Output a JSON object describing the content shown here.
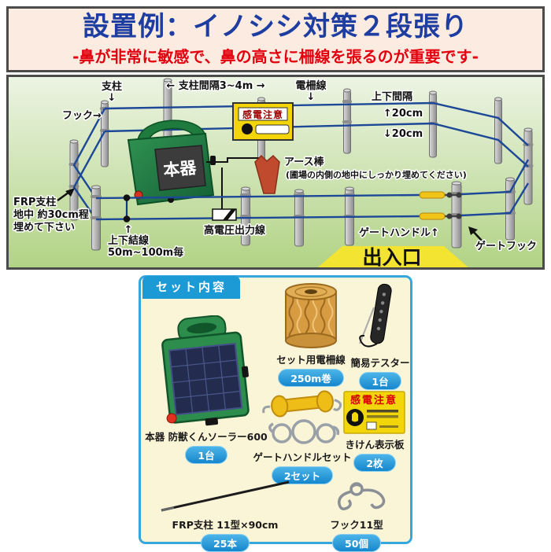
{
  "header": {
    "title": "設置例：イノシシ対策２段張り",
    "subtitle": "-鼻が非常に敏感で、鼻の高さに柵線を張るのが重要です-"
  },
  "diagram": {
    "labels": {
      "post": "支柱",
      "post_arrow": "↓",
      "hook": "フック→",
      "spacing": "← 支柱間隔3~4m →",
      "wire": "電柵線",
      "wire_arrow": "↓",
      "gap_title": "上下間隔",
      "gap_up": "↑20cm",
      "gap_down": "↓20cm",
      "device": "本器",
      "warning_sign": "感電注意",
      "earth_rod": "アース棒",
      "earth_note": "(圃場の内側の地中にしっかり埋めてください)",
      "frp_line1": "FRP支柱",
      "frp_line2": "地中 約30cm程",
      "frp_line3": "埋めて下さい",
      "joint_arrow": "↑",
      "joint_line1": "上下結線",
      "joint_line2": "50m~100m毎",
      "hv_output": "高電圧出力線",
      "gate_handle": "ゲートハンドル↑",
      "gate_hook": "ゲートフック",
      "entrance": "出入口"
    }
  },
  "set_contents": {
    "title": "セット内容",
    "sign_text": "感電注意",
    "items": [
      {
        "name": "本器 防獣くんソーラー600",
        "qty": "1台"
      },
      {
        "name": "セット用電柵線",
        "qty": "250m巻"
      },
      {
        "name": "簡易テスター",
        "qty": "1台"
      },
      {
        "name": "ゲートハンドルセット",
        "qty": "2セット"
      },
      {
        "name": "きけん表示板",
        "qty": "2枚"
      },
      {
        "name": "FRP支柱 11型×90cm",
        "qty": "25本"
      },
      {
        "name": "フック11型",
        "qty": "50個"
      }
    ]
  }
}
